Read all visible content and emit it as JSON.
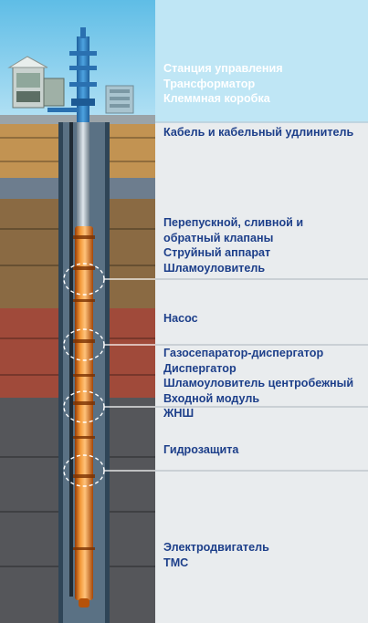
{
  "labels": [
    [
      "Станция управления",
      "Трансформатор",
      "Клеммная коробка"
    ],
    [
      "Кабель и кабельный удлинитель"
    ],
    [
      "Перепускной, сливной и",
      "обратный клапаны",
      "Струйный аппарат",
      "Шламоуловитель"
    ],
    [
      "Насос"
    ],
    [
      "Газосепаратор-диспергатор",
      "Диспергатор",
      "Шламоуловитель центробежный",
      "Входной модуль",
      "ЖНШ"
    ],
    [
      "Гидрозащита"
    ],
    [
      "Электродвигатель",
      "ТМС"
    ]
  ],
  "colors": {
    "sky": "#8fd0ea",
    "panel_sky": "#bfe6f5",
    "label_text": "#1d3f8a",
    "label_text_on_sky": "#ffffff",
    "pump_orange": "#e87b1e",
    "casing": "#3a5a74"
  }
}
